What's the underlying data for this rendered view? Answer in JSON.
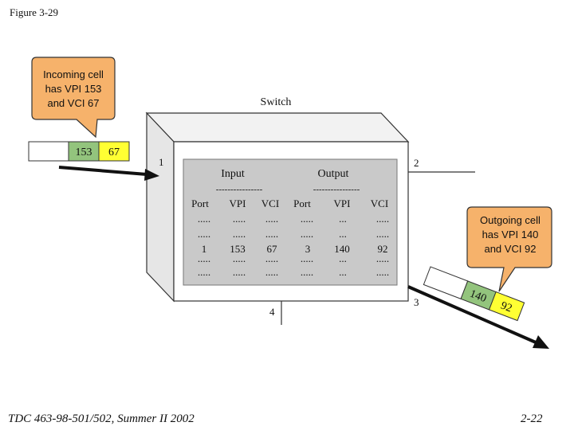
{
  "header": {
    "figure_label": "Figure 3-29"
  },
  "footer": {
    "course": "TDC 463-98-501/502, Summer II 2002",
    "page": "2-22"
  },
  "switch": {
    "title": "Switch",
    "ports": {
      "p1": "1",
      "p2": "2",
      "p3": "3",
      "p4": "4"
    },
    "table": {
      "input_label": "Input",
      "output_label": "Output",
      "divider": "----------------",
      "columns": [
        "Port",
        "VPI",
        "VCI",
        "Port",
        "VPI",
        "VCI"
      ],
      "rows": [
        [
          ".....",
          ".....",
          ".....",
          ".....",
          "...",
          "....."
        ],
        [
          ".....",
          ".....",
          ".....",
          ".....",
          "...",
          "....."
        ],
        [
          "1",
          "153",
          "67",
          "3",
          "140",
          "92"
        ],
        [
          ".....",
          ".....",
          ".....",
          ".....",
          "...",
          "....."
        ],
        [
          ".....",
          ".....",
          ".....",
          ".....",
          "...",
          "....."
        ]
      ]
    }
  },
  "incoming": {
    "callout": [
      "Incoming cell",
      "has VPI 153",
      "and VCI 67"
    ],
    "vpi": "153",
    "vci": "67"
  },
  "outgoing": {
    "callout": [
      "Outgoing cell",
      "has VPI 140",
      "and VCI 92"
    ],
    "vpi": "140",
    "vci": "92"
  },
  "colors": {
    "callout_fill": "#f6b26b",
    "vpi_fill": "#93c47d",
    "vci_fill": "#ffff33",
    "table_fill": "#c9c9c9",
    "box_side": "#e6e6e6"
  }
}
